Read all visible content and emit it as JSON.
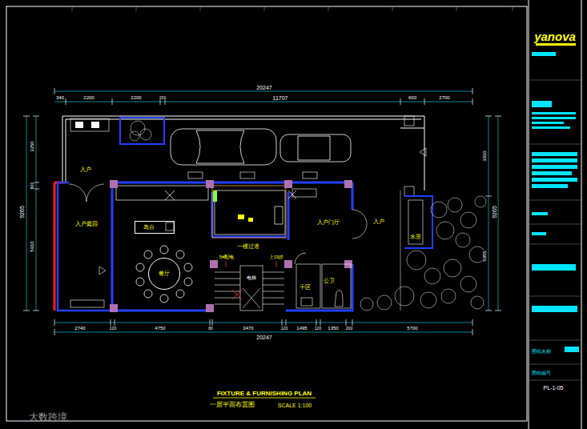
{
  "diagram": {
    "title": "FIXTURE & FURNISHING PLAN",
    "nodes": [
      {
        "text": [
          "岛台"
        ]
      },
      {
        "text": [
          "餐厅"
        ]
      }
    ],
    "labels": [
      "20247",
      "340",
      "2200",
      "2200",
      "150",
      "11707",
      "600",
      "2700",
      "2740",
      "120",
      "4750",
      "80",
      "3470",
      "120",
      "1495",
      "120",
      "1350",
      "200",
      "5700",
      "20247",
      "3250",
      "600",
      "5910",
      "9265",
      "3910",
      "9265",
      "5955",
      "入户",
      "入户庭园",
      "一楼过道",
      "入户门厅",
      "入户",
      "5#配电",
      "上19步",
      "电梯",
      "干区",
      "公卫",
      "水景",
      "一层平面布置图",
      "SCALE 1:100",
      "yanova",
      "图纸名称",
      "图纸编号",
      "PL-1-05",
      "大数跨境"
    ]
  }
}
